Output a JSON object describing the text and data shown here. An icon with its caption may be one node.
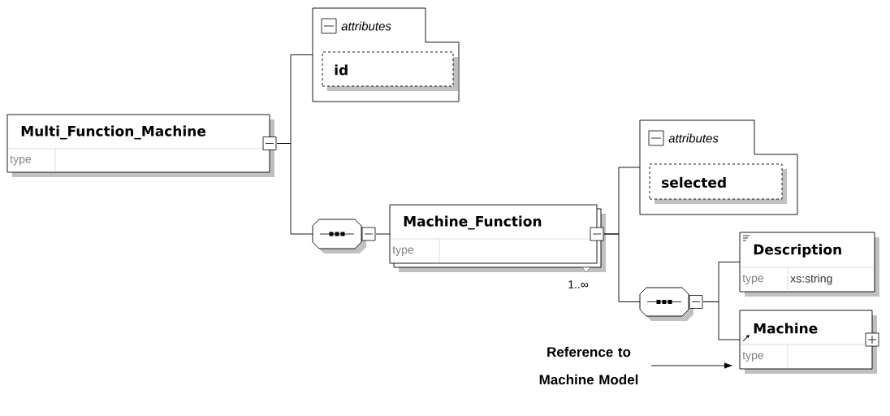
{
  "diagram": {
    "nodes": [
      {
        "text": [
          "Multi_Function_Machine",
          "type"
        ]
      },
      {
        "text": [
          "attributes"
        ]
      },
      {
        "text": [
          "id"
        ],
        "in": 1
      },
      {
        "text": [],
        "shape": "octagon"
      },
      {
        "text": [
          "Machine_Function",
          "type"
        ],
        "beside": [
          "1..∞"
        ]
      },
      {
        "text": [
          "attributes"
        ]
      },
      {
        "text": [
          "selected"
        ],
        "in": 5
      },
      {
        "text": [],
        "shape": "octagon"
      },
      {
        "text": [
          "Description",
          "type",
          "xs:string"
        ]
      },
      {
        "text": [
          "Machine",
          "type"
        ]
      },
      {
        "text": [
          "Reference to Machine Model"
        ]
      }
    ],
    "edges": [
      {
        "from": 0,
        "to": 1,
        "arrow": "none"
      },
      {
        "from": 0,
        "to": 3,
        "arrow": "none"
      },
      {
        "from": 3,
        "to": 4,
        "arrow": "none"
      },
      {
        "from": 4,
        "to": 5,
        "arrow": "none"
      },
      {
        "from": 4,
        "to": 7,
        "arrow": "none"
      },
      {
        "from": 7,
        "to": 8,
        "arrow": "none"
      },
      {
        "from": 7,
        "to": 9,
        "arrow": "none"
      },
      {
        "from": 10,
        "to": 9,
        "arrow": "to"
      }
    ]
  }
}
